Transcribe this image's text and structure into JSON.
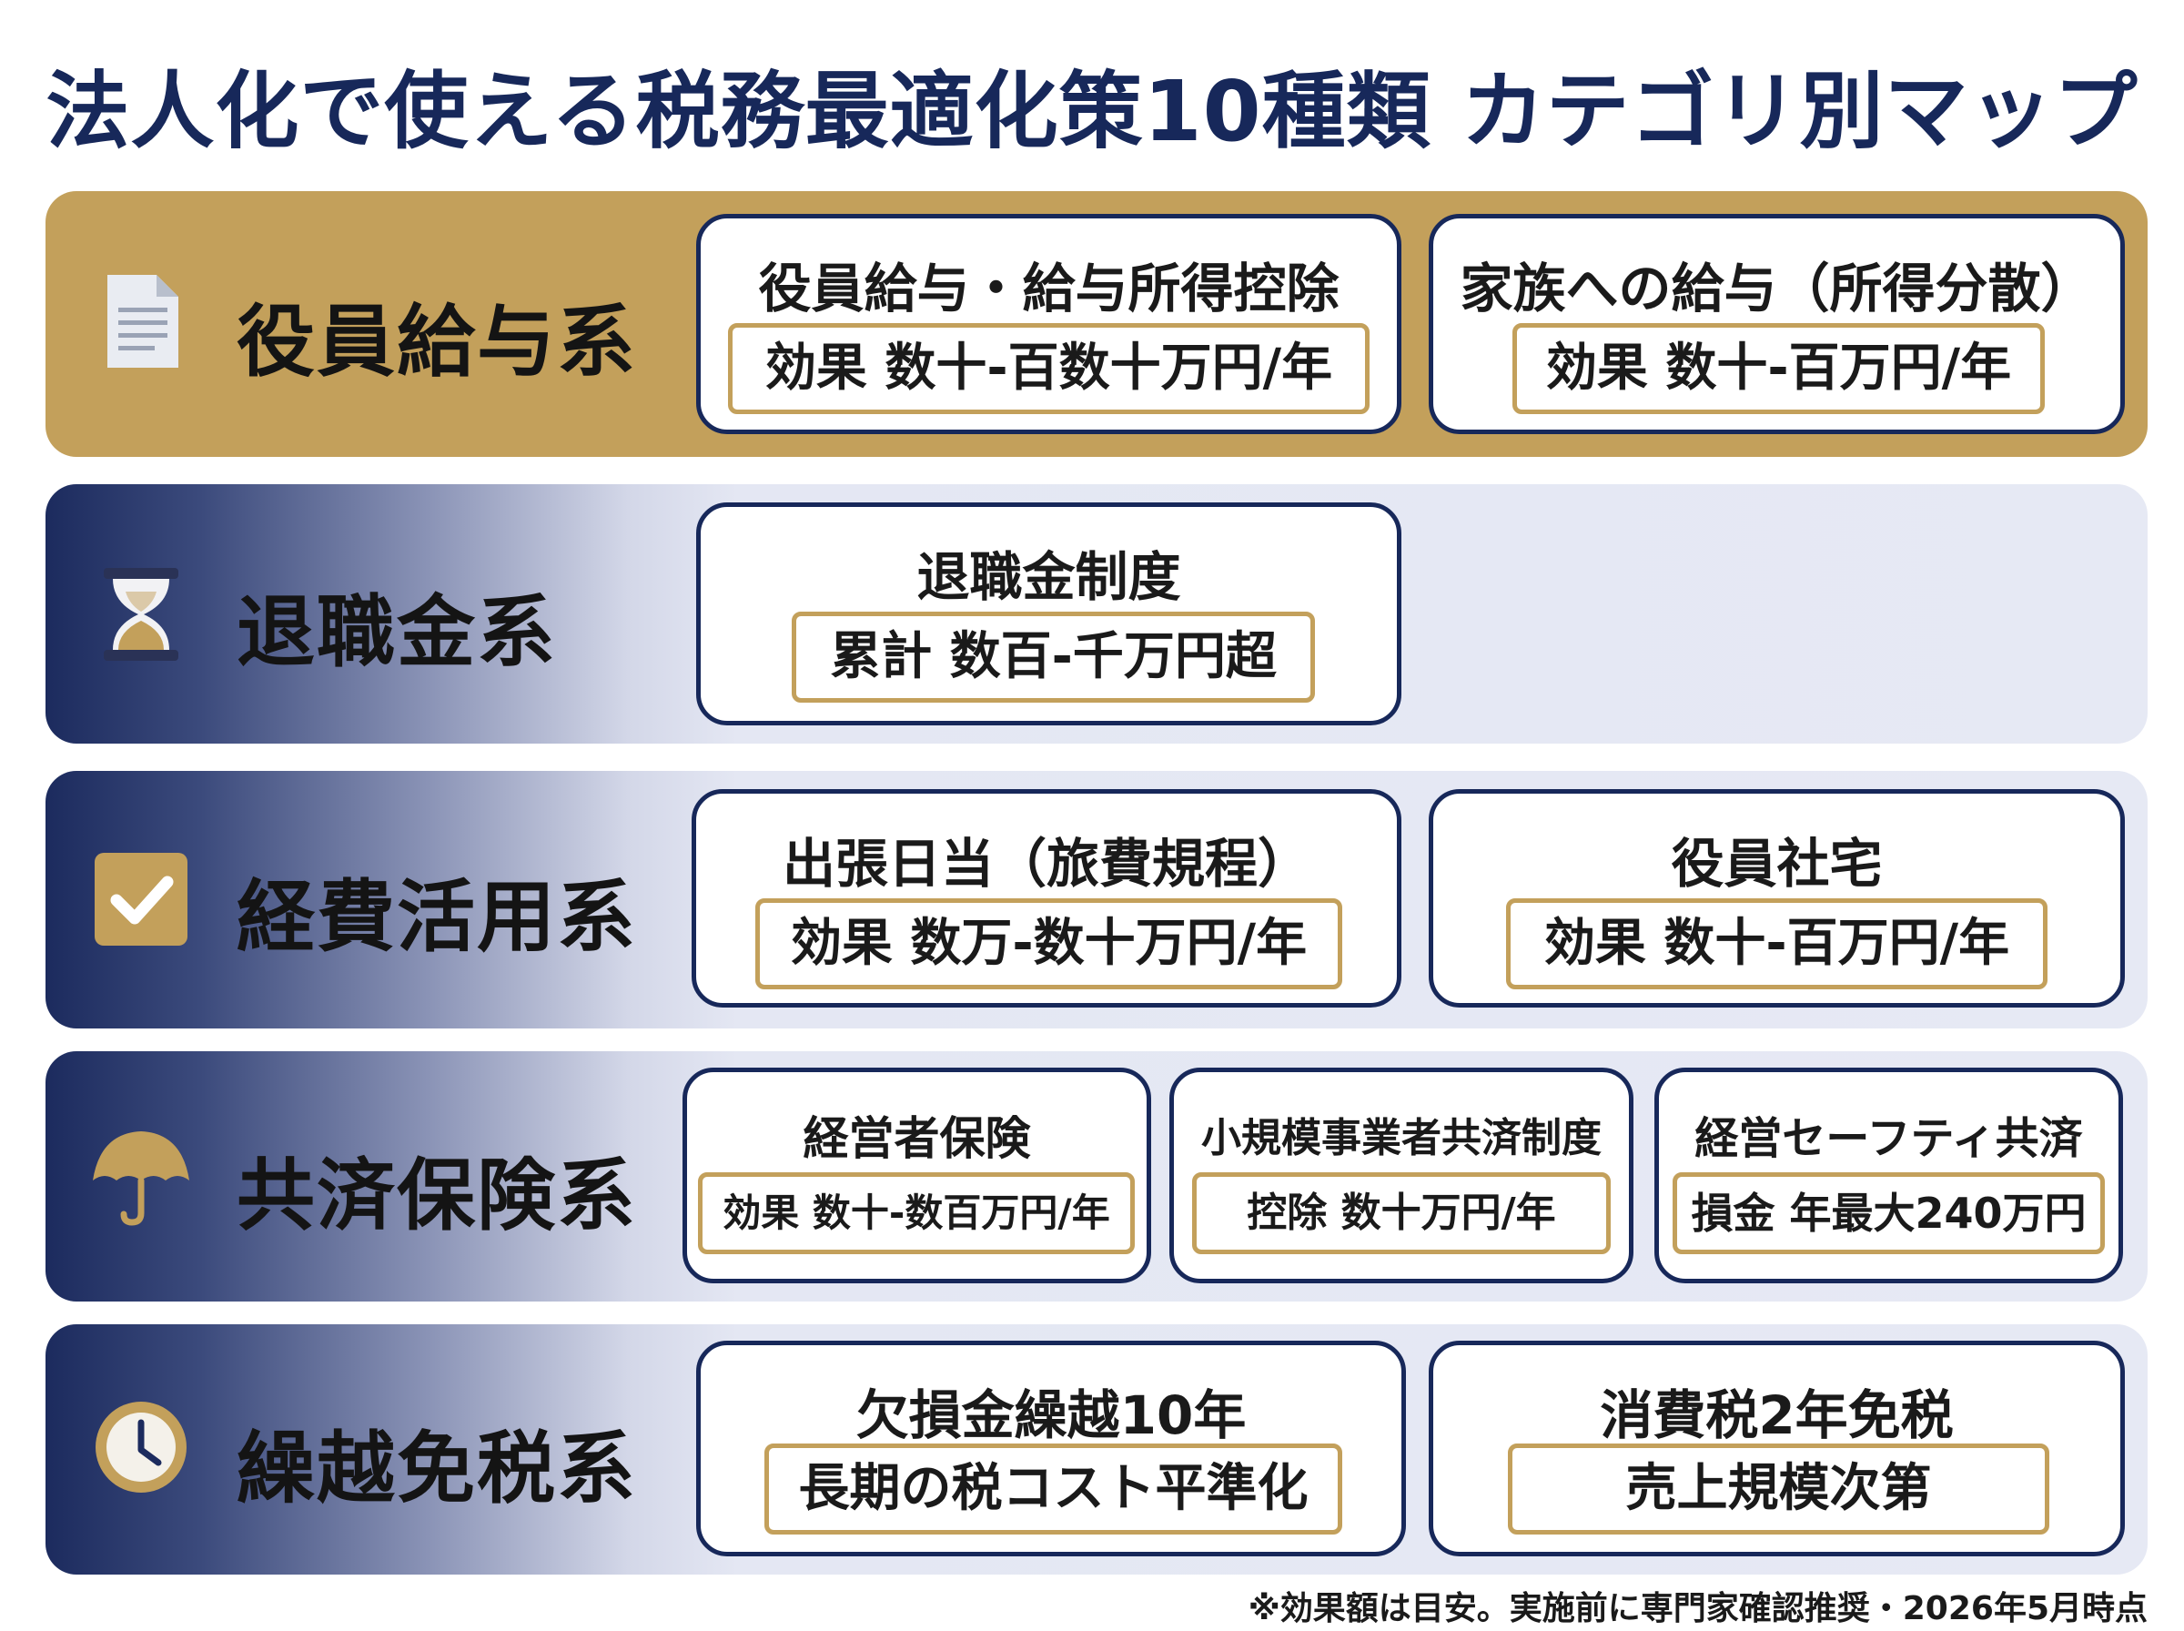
{
  "title": "法人化で使える税務最適化策10種類 カテゴリ別マップ",
  "colors": {
    "navy": "#17285a",
    "gold": "#c3a05b",
    "band_light": "#e6e9f4"
  },
  "categories": [
    {
      "label": "役員給与系",
      "icon": "document-icon",
      "items": [
        {
          "title": "役員給与・給与所得控除",
          "effect": "効果 数十-百数十万円/年"
        },
        {
          "title": "家族への給与（所得分散）",
          "effect": "効果 数十-百万円/年"
        }
      ]
    },
    {
      "label": "退職金系",
      "icon": "hourglass-icon",
      "items": [
        {
          "title": "退職金制度",
          "effect": "累計 数百-千万円超"
        }
      ]
    },
    {
      "label": "経費活用系",
      "icon": "checkbox-icon",
      "items": [
        {
          "title": "出張日当（旅費規程）",
          "effect": "効果 数万-数十万円/年"
        },
        {
          "title": "役員社宅",
          "effect": "効果 数十-百万円/年"
        }
      ]
    },
    {
      "label": "共済保険系",
      "icon": "umbrella-icon",
      "items": [
        {
          "title": "経営者保険",
          "effect": "効果 数十-数百万円/年"
        },
        {
          "title": "小規模事業者共済制度",
          "effect": "控除 数十万円/年"
        },
        {
          "title": "経営セーフティ共済",
          "effect": "損金 年最大240万円"
        }
      ]
    },
    {
      "label": "繰越免税系",
      "icon": "clock-icon",
      "items": [
        {
          "title": "欠損金繰越10年",
          "effect": "長期の税コスト平準化"
        },
        {
          "title": "消費税2年免税",
          "effect": "売上規模次第"
        }
      ]
    }
  ],
  "footnote": "※効果額は目安。実施前に専門家確認推奨・2026年5月時点"
}
